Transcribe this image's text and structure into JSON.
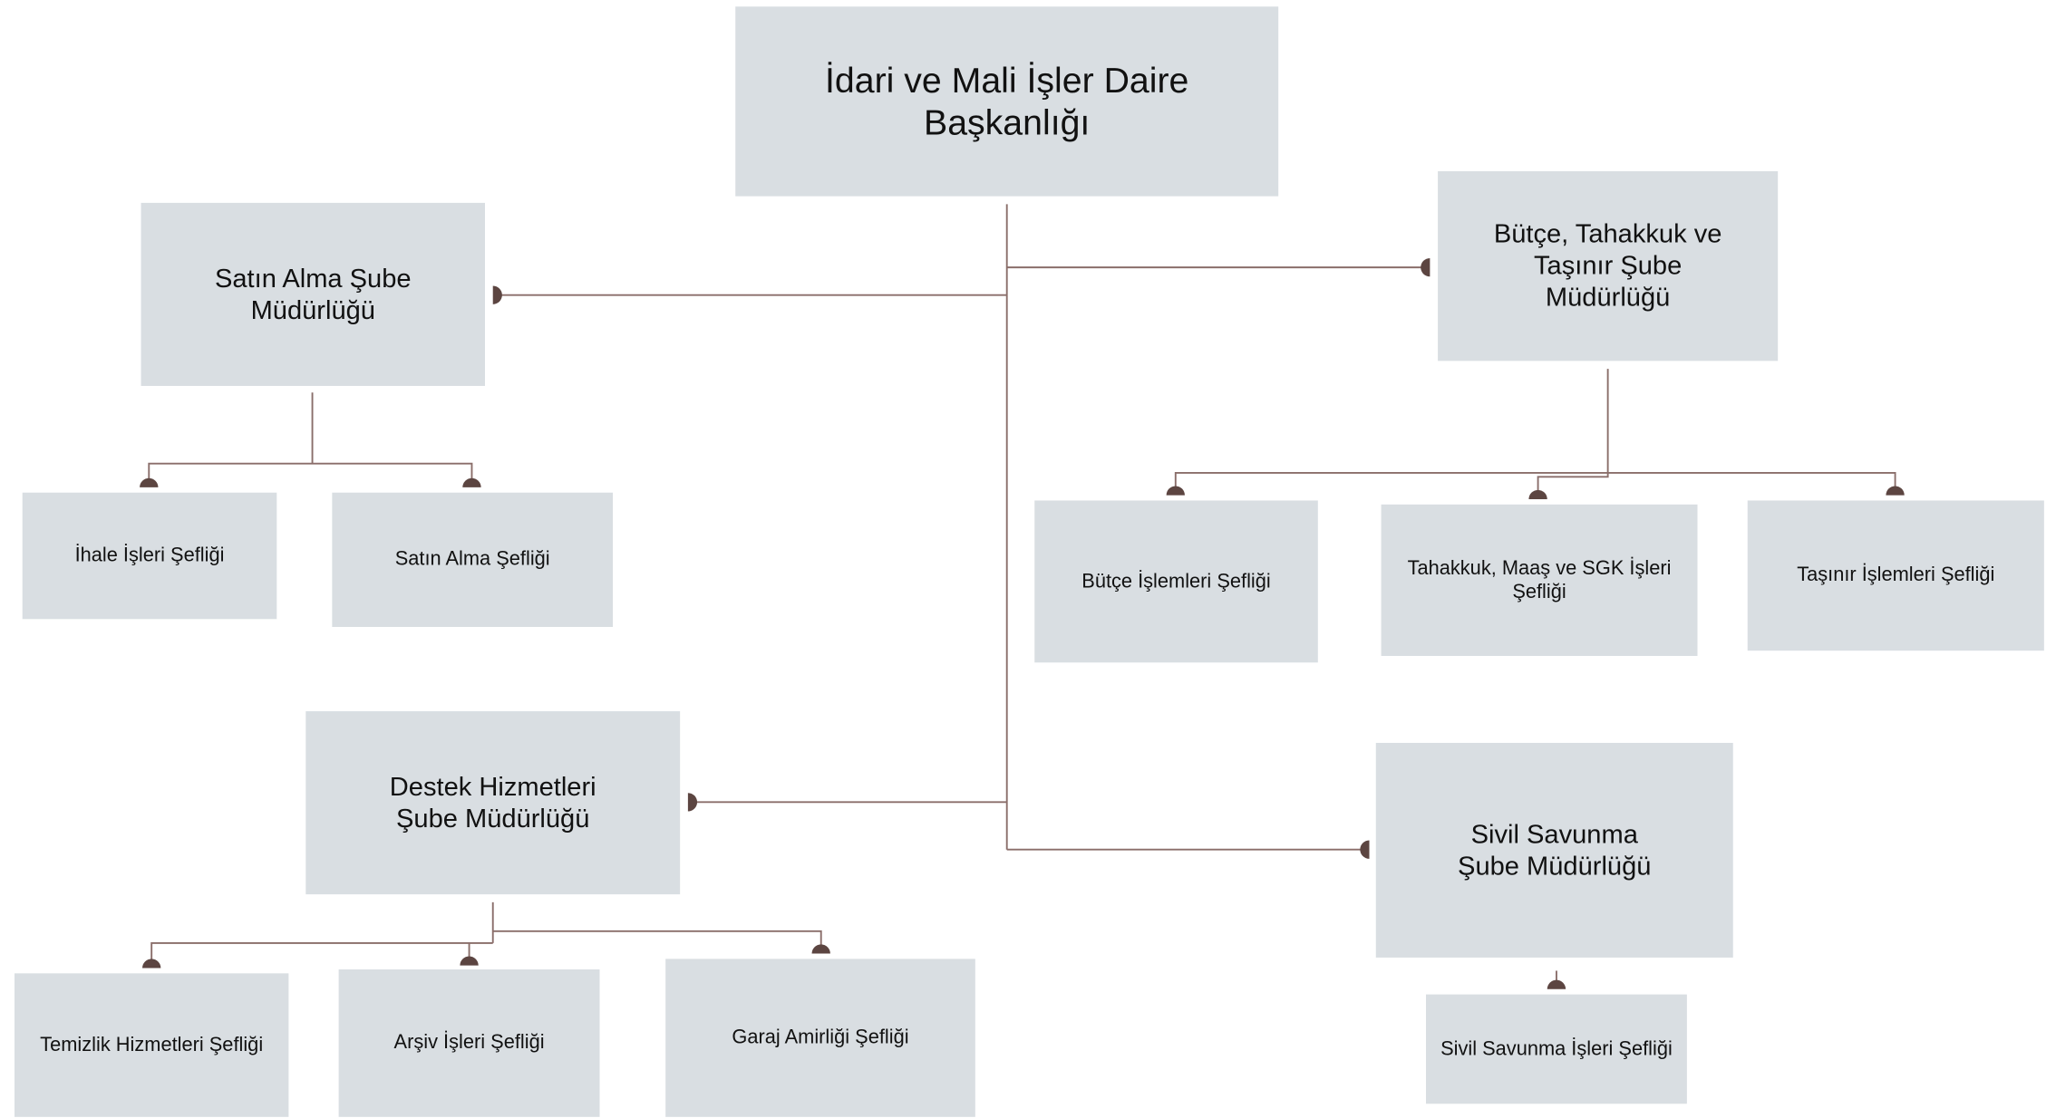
{
  "root": {
    "label": "İdari ve Mali İşler Daire Başkanlığı"
  },
  "departments": [
    {
      "label": "Satın Alma Şube Müdürlüğü",
      "units": [
        "İhale İşleri Şefliği",
        "Satın Alma Şefliği"
      ]
    },
    {
      "label": "Bütçe, Tahakkuk ve Taşınır Şube Müdürlüğü",
      "units": [
        "Bütçe İşlemleri Şefliği",
        "Tahakkuk, Maaş ve SGK İşleri Şefliği",
        "Taşınır İşlemleri Şefliği"
      ]
    },
    {
      "label": "Destek Hizmetleri Şube Müdürlüğü",
      "units": [
        "Temizlik Hizmetleri Şefliği",
        "Arşiv İşleri Şefliği",
        "Garaj Amirliği Şefliği"
      ]
    },
    {
      "label": "Sivil Savunma Şube Müdürlüğü",
      "units": [
        "Sivil Savunma İşleri Şefliği"
      ]
    }
  ],
  "colors": {
    "box": "#d9dee2",
    "line": "#8a6e6a",
    "connector": "#5c4541"
  }
}
